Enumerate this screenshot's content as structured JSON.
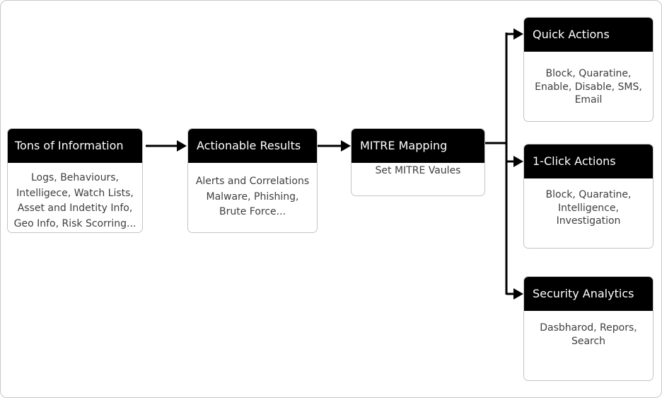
{
  "nodes": {
    "info": {
      "title": "Tons of Information",
      "body": "Logs, Behaviours, Intelligece, Watch Lists, Asset and Indetity Info, Geo Info, Risk Scorring..."
    },
    "results": {
      "title": "Actionable Results",
      "body": "Alerts and Correlations Malware, Phishing, Brute Force..."
    },
    "mitre": {
      "title": "MITRE Mapping",
      "body": "Set MITRE Vaules"
    },
    "quick": {
      "title": "Quick Actions",
      "body": "Block, Quaratine, Enable, Disable, SMS, Email"
    },
    "oneclick": {
      "title": "1-Click Actions",
      "body": "Block, Quaratine, Intelligence, Investigation"
    },
    "analytics": {
      "title": "Security Analytics",
      "body": "Dasbharod, Repors, Search"
    }
  }
}
